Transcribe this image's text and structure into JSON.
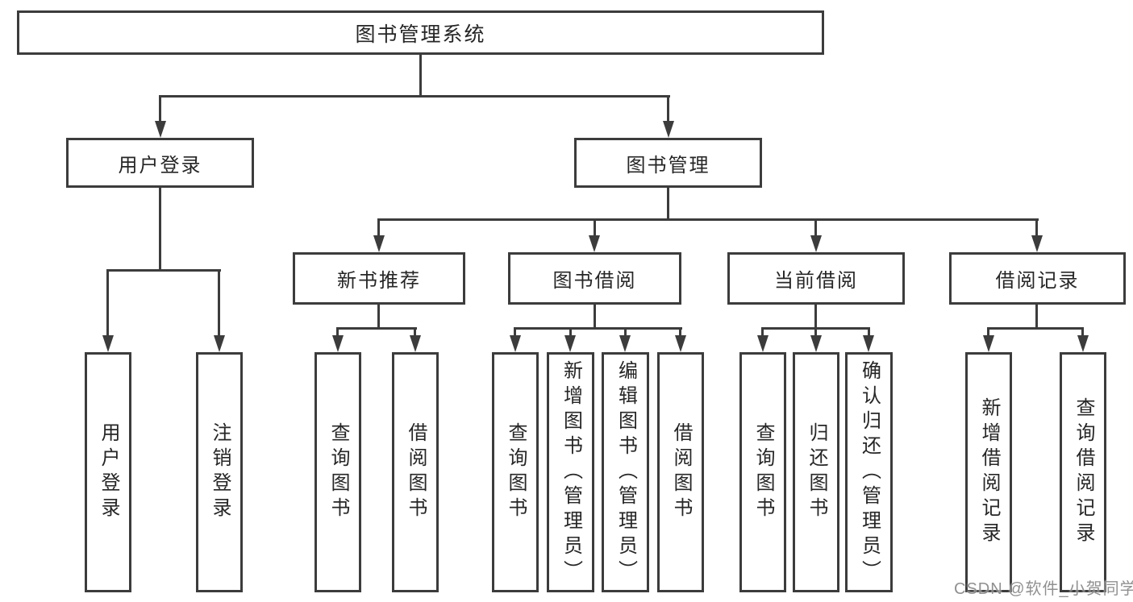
{
  "nodes": {
    "root": "图书管理系统",
    "level2": [
      "用户登录",
      "图书管理"
    ],
    "level3": [
      "新书推荐",
      "图书借阅",
      "当前借阅",
      "借阅记录"
    ],
    "leaves": [
      "用户登录",
      "注销登录",
      "查询图书",
      "借阅图书",
      "查询图书",
      "新增图书（管理员）",
      "编辑图书（管理员）",
      "借阅图书",
      "查询图书",
      "归还图书",
      "确认归还（管理员）",
      "新增借阅记录",
      "查询借阅记录"
    ]
  },
  "watermark": "CSDN @软件_小贺同学",
  "colors": {
    "line": "#3c3c3c",
    "text": "#262626",
    "background": "#ffffff",
    "watermark": "#8f8f8f"
  }
}
